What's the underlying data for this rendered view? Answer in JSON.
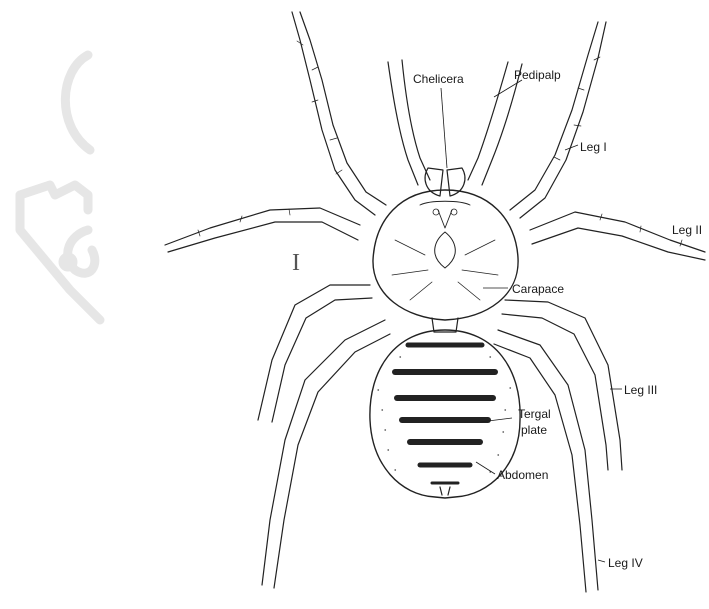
{
  "labels": {
    "chelicera": "Chelicera",
    "pedipalp": "Pedipalp",
    "leg_i": "Leg I",
    "leg_ii": "Leg II",
    "carapace": "Carapace",
    "leg_iii": "Leg III",
    "tergal_plate_line1": "Tergal",
    "tergal_plate_line2": "plate",
    "abdomen": "Abdomen",
    "leg_iv": "Leg IV"
  },
  "colors": {
    "ink": "#222222",
    "watermark": "#e6e6e6",
    "background": "#ffffff"
  },
  "icons": {
    "cursor": "text-cursor-icon",
    "watermark": "shield-watermark-icon"
  }
}
